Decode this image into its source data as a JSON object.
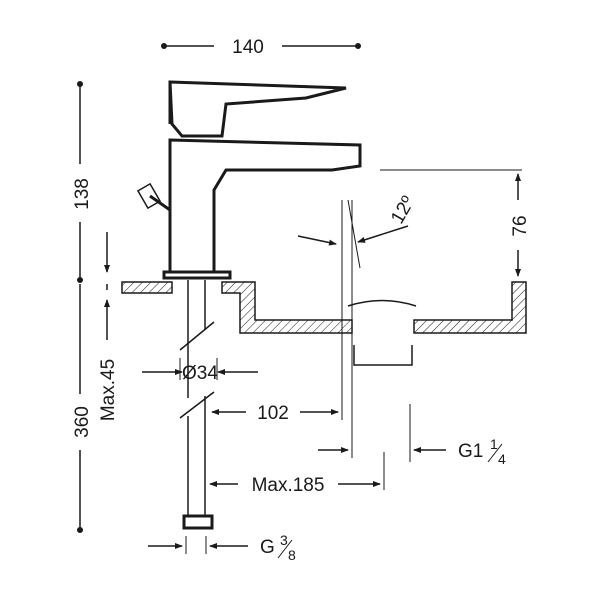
{
  "dimensions": {
    "width_top": "140",
    "height_body": "138",
    "height_total": "360",
    "max_deck": "Max.45",
    "spout_height": "76",
    "angle": "12º",
    "hose_diameter": "Ø34",
    "reach": "102",
    "max_reach": "Max.185",
    "waste_thread_main": "G1",
    "waste_thread_num": "1",
    "waste_thread_den": "4",
    "supply_thread_main": "G",
    "supply_thread_num": "3",
    "supply_thread_den": "8"
  }
}
